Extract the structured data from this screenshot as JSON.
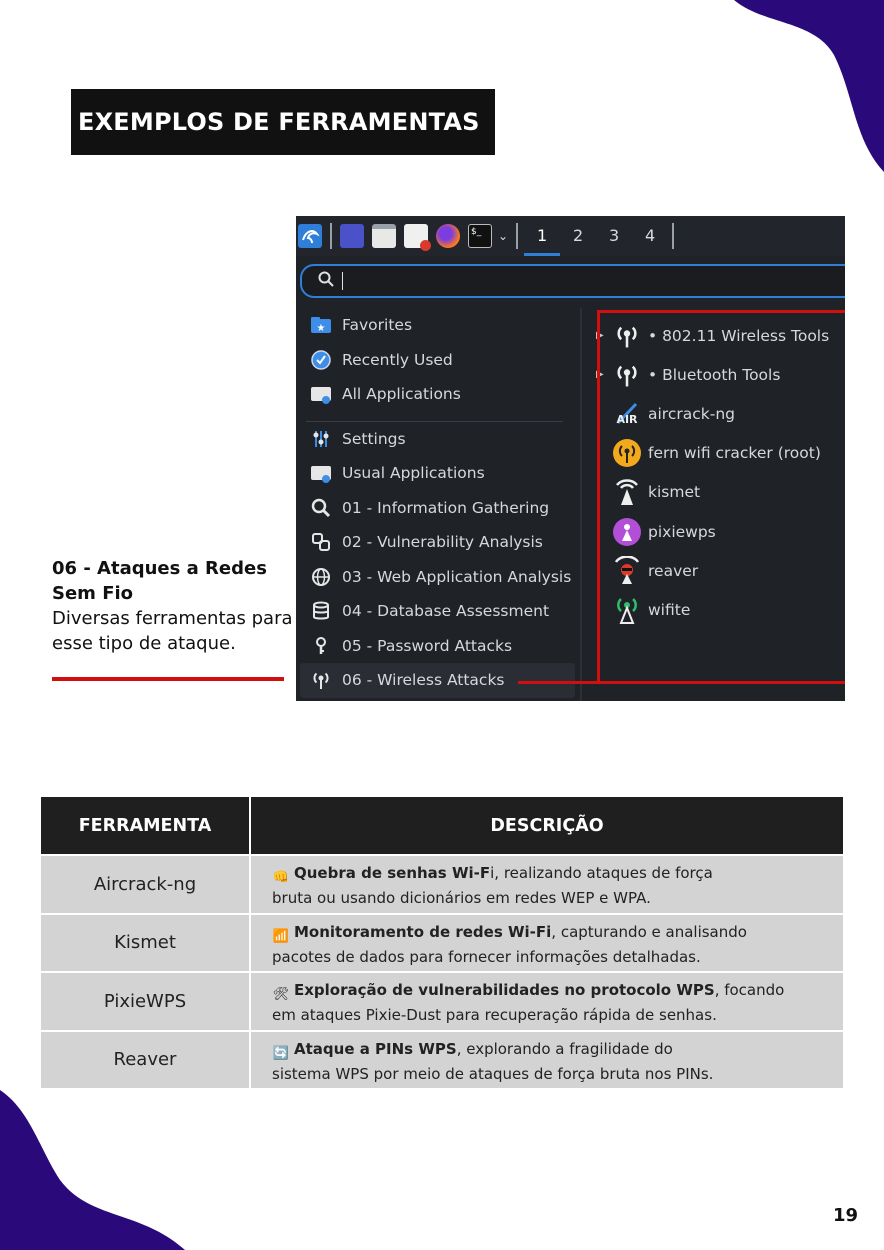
{
  "colors": {
    "accent": "#2a0a7a",
    "red": "#d10f0f",
    "dark": "#111111",
    "row_bg": "#d3d3d3"
  },
  "title": "EXEMPLOS DE FERRAMENTAS",
  "side_note": {
    "heading": "06 - Ataques a Redes Sem Fio",
    "body": "Diversas ferramentas para esse tipo de ataque."
  },
  "screenshot": {
    "taskbar": {
      "icons": [
        "kali-dragon-icon",
        "desktop-icon",
        "file-manager-icon",
        "text-editor-icon",
        "firefox-icon",
        "terminal-icon",
        "chevron-down-icon"
      ],
      "workspaces": [
        "1",
        "2",
        "3",
        "4"
      ]
    },
    "search_placeholder": "",
    "menu": [
      {
        "label": "Favorites",
        "icon": "star-folder-icon"
      },
      {
        "label": "Recently Used",
        "icon": "clock-icon"
      },
      {
        "label": "All Applications",
        "icon": "apps-folder-icon"
      },
      {
        "label": "Settings",
        "icon": "sliders-icon"
      },
      {
        "label": "Usual Applications",
        "icon": "apps-folder-icon"
      },
      {
        "label": "01 - Information Gathering",
        "icon": "magnifier-icon"
      },
      {
        "label": "02 - Vulnerability Analysis",
        "icon": "vuln-icon"
      },
      {
        "label": "03 - Web Application Analysis",
        "icon": "globe-icon"
      },
      {
        "label": "04 - Database Assessment",
        "icon": "database-icon"
      },
      {
        "label": "05 - Password Attacks",
        "icon": "key-icon"
      },
      {
        "label": "06 - Wireless Attacks",
        "icon": "wireless-icon"
      }
    ],
    "apps": [
      {
        "label": "• 802.11 Wireless Tools",
        "icon": "wireless-icon",
        "expandable": true
      },
      {
        "label": "• Bluetooth Tools",
        "icon": "wireless-icon",
        "expandable": true
      },
      {
        "label": "aircrack-ng",
        "icon": "aircrack-icon",
        "expandable": false
      },
      {
        "label": "fern wifi cracker (root)",
        "icon": "fern-icon",
        "expandable": false
      },
      {
        "label": "kismet",
        "icon": "kismet-icon",
        "expandable": false
      },
      {
        "label": "pixiewps",
        "icon": "pixiewps-icon",
        "expandable": false
      },
      {
        "label": "reaver",
        "icon": "reaver-icon",
        "expandable": false
      },
      {
        "label": "wifite",
        "icon": "wifite-icon",
        "expandable": false
      }
    ]
  },
  "table": {
    "headers": [
      "FERRAMENTA",
      "DESCRIÇÃO"
    ],
    "rows": [
      {
        "tool": "Aircrack-ng",
        "emoji": "👊",
        "bold": "Quebra de senhas Wi-F",
        "rest": "i, realizando ataques de força",
        "line2": "bruta ou usando dicionários em redes WEP e WPA."
      },
      {
        "tool": "Kismet",
        "emoji": "📶",
        "bold": "Monitoramento de redes Wi-Fi",
        "rest": ", capturando e analisando",
        "line2": "pacotes de dados para fornecer informações detalhadas."
      },
      {
        "tool": "PixieWPS",
        "emoji": "🛠",
        "bold": "Exploração de vulnerabilidades no protocolo WPS",
        "rest": ", focando",
        "line2": "em ataques Pixie-Dust para recuperação rápida de senhas."
      },
      {
        "tool": "Reaver",
        "emoji": "🔄",
        "bold": "Ataque a PINs WPS",
        "rest": ", explorando a fragilidade do",
        "line2": "sistema WPS por meio de ataques de força bruta nos PINs."
      }
    ]
  },
  "page_number": "19"
}
